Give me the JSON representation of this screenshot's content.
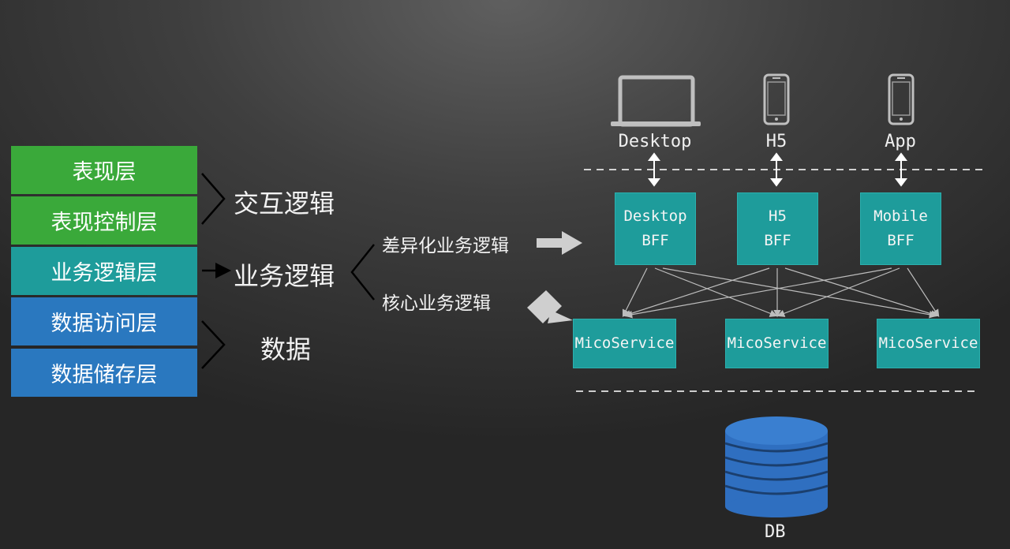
{
  "layers": {
    "presentation": "表现层",
    "presentation_control": "表现控制层",
    "business_logic": "业务逻辑层",
    "data_access": "数据访问层",
    "data_storage": "数据储存层"
  },
  "groups": {
    "interaction": "交互逻辑",
    "business": "业务逻辑",
    "data": "数据"
  },
  "branches": {
    "diff_logic": "差异化业务逻辑",
    "core_logic": "核心业务逻辑"
  },
  "devices": {
    "desktop": "Desktop",
    "h5": "H5",
    "app": "App"
  },
  "bff": {
    "desktop_line1": "Desktop",
    "desktop_line2": "BFF",
    "h5_line1": "H5",
    "h5_line2": "BFF",
    "mobile_line1": "Mobile",
    "mobile_line2": "BFF"
  },
  "services": {
    "s1": "MicoService",
    "s2": "MicoService",
    "s3": "MicoService"
  },
  "db": "DB",
  "colors": {
    "green": "#3aa93a",
    "teal": "#1e9c9b",
    "blue": "#2a78bf",
    "db_blue": "#2f6fc0"
  }
}
